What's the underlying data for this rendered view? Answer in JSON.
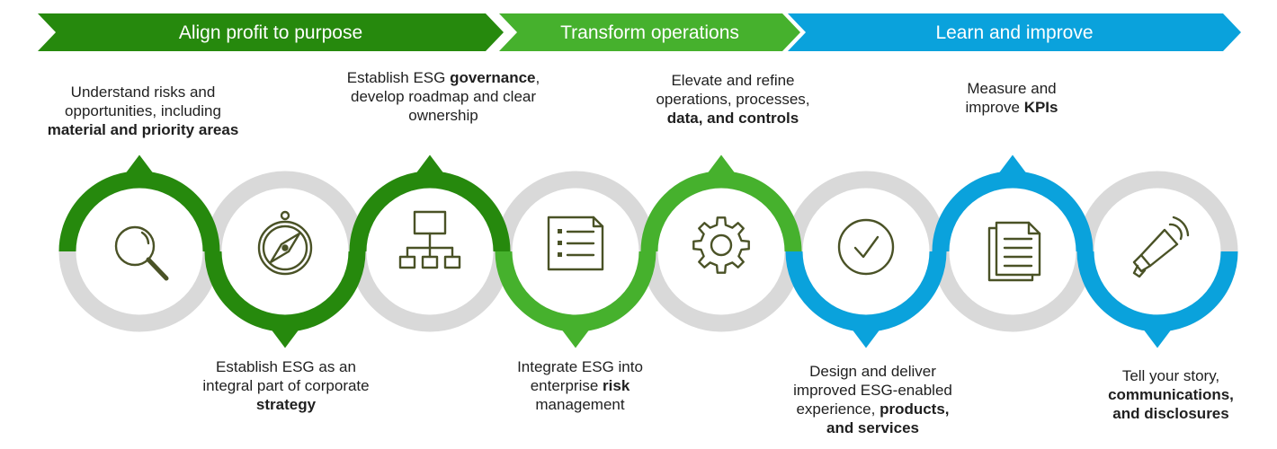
{
  "phases": [
    {
      "label": "Align profit to purpose",
      "color": "#26890d"
    },
    {
      "label": "Transform operations",
      "color": "#46b12d"
    },
    {
      "label": "Learn and improve",
      "color": "#0aa2dc"
    }
  ],
  "track_color": "#d9d9d9",
  "icon_color": "#4a5226",
  "steps": [
    {
      "icon": "magnifier-icon",
      "color": "#26890d",
      "pointer": "up",
      "caption": [
        [
          {
            "t": "Understand risks and"
          }
        ],
        [
          {
            "t": "opportunities, including"
          }
        ],
        [
          {
            "t": "material and priority areas",
            "b": true
          }
        ]
      ]
    },
    {
      "icon": "compass-icon",
      "color": "#26890d",
      "pointer": "down",
      "caption": [
        [
          {
            "t": "Establish ESG as an"
          }
        ],
        [
          {
            "t": "integral part of corporate"
          }
        ],
        [
          {
            "t": "strategy",
            "b": true
          }
        ]
      ]
    },
    {
      "icon": "org-chart-icon",
      "color": "#26890d",
      "pointer": "up",
      "caption": [
        [
          {
            "t": "Establish ESG "
          },
          {
            "t": "governance",
            "b": true
          },
          {
            "t": ","
          }
        ],
        [
          {
            "t": "develop roadmap and clear"
          }
        ],
        [
          {
            "t": "ownership"
          }
        ]
      ]
    },
    {
      "icon": "checklist-document-icon",
      "color": "#46b12d",
      "pointer": "down",
      "caption": [
        [
          {
            "t": "Integrate ESG into"
          }
        ],
        [
          {
            "t": "enterprise "
          },
          {
            "t": "risk",
            "b": true
          }
        ],
        [
          {
            "t": "management"
          }
        ]
      ]
    },
    {
      "icon": "gear-icon",
      "color": "#46b12d",
      "pointer": "up",
      "caption": [
        [
          {
            "t": "Elevate and refine"
          }
        ],
        [
          {
            "t": "operations, processes,"
          }
        ],
        [
          {
            "t": "data, and controls",
            "b": true
          }
        ]
      ]
    },
    {
      "icon": "checkmark-circle-icon",
      "color": "#0aa2dc",
      "pointer": "down",
      "caption": [
        [
          {
            "t": "Design and deliver"
          }
        ],
        [
          {
            "t": "improved ESG-enabled"
          }
        ],
        [
          {
            "t": "experience, "
          },
          {
            "t": "products,",
            "b": true
          }
        ],
        [
          {
            "t": "and services",
            "b": true
          }
        ]
      ]
    },
    {
      "icon": "documents-icon",
      "color": "#0aa2dc",
      "pointer": "up",
      "caption": [
        [
          {
            "t": "Measure and"
          }
        ],
        [
          {
            "t": "improve "
          },
          {
            "t": "KPIs",
            "b": true
          }
        ]
      ]
    },
    {
      "icon": "megaphone-icon",
      "color": "#0aa2dc",
      "pointer": "down",
      "caption": [
        [
          {
            "t": "Tell your story,"
          }
        ],
        [
          {
            "t": "communications,",
            "b": true
          }
        ],
        [
          {
            "t": "and disclosures",
            "b": true
          }
        ]
      ]
    }
  ]
}
